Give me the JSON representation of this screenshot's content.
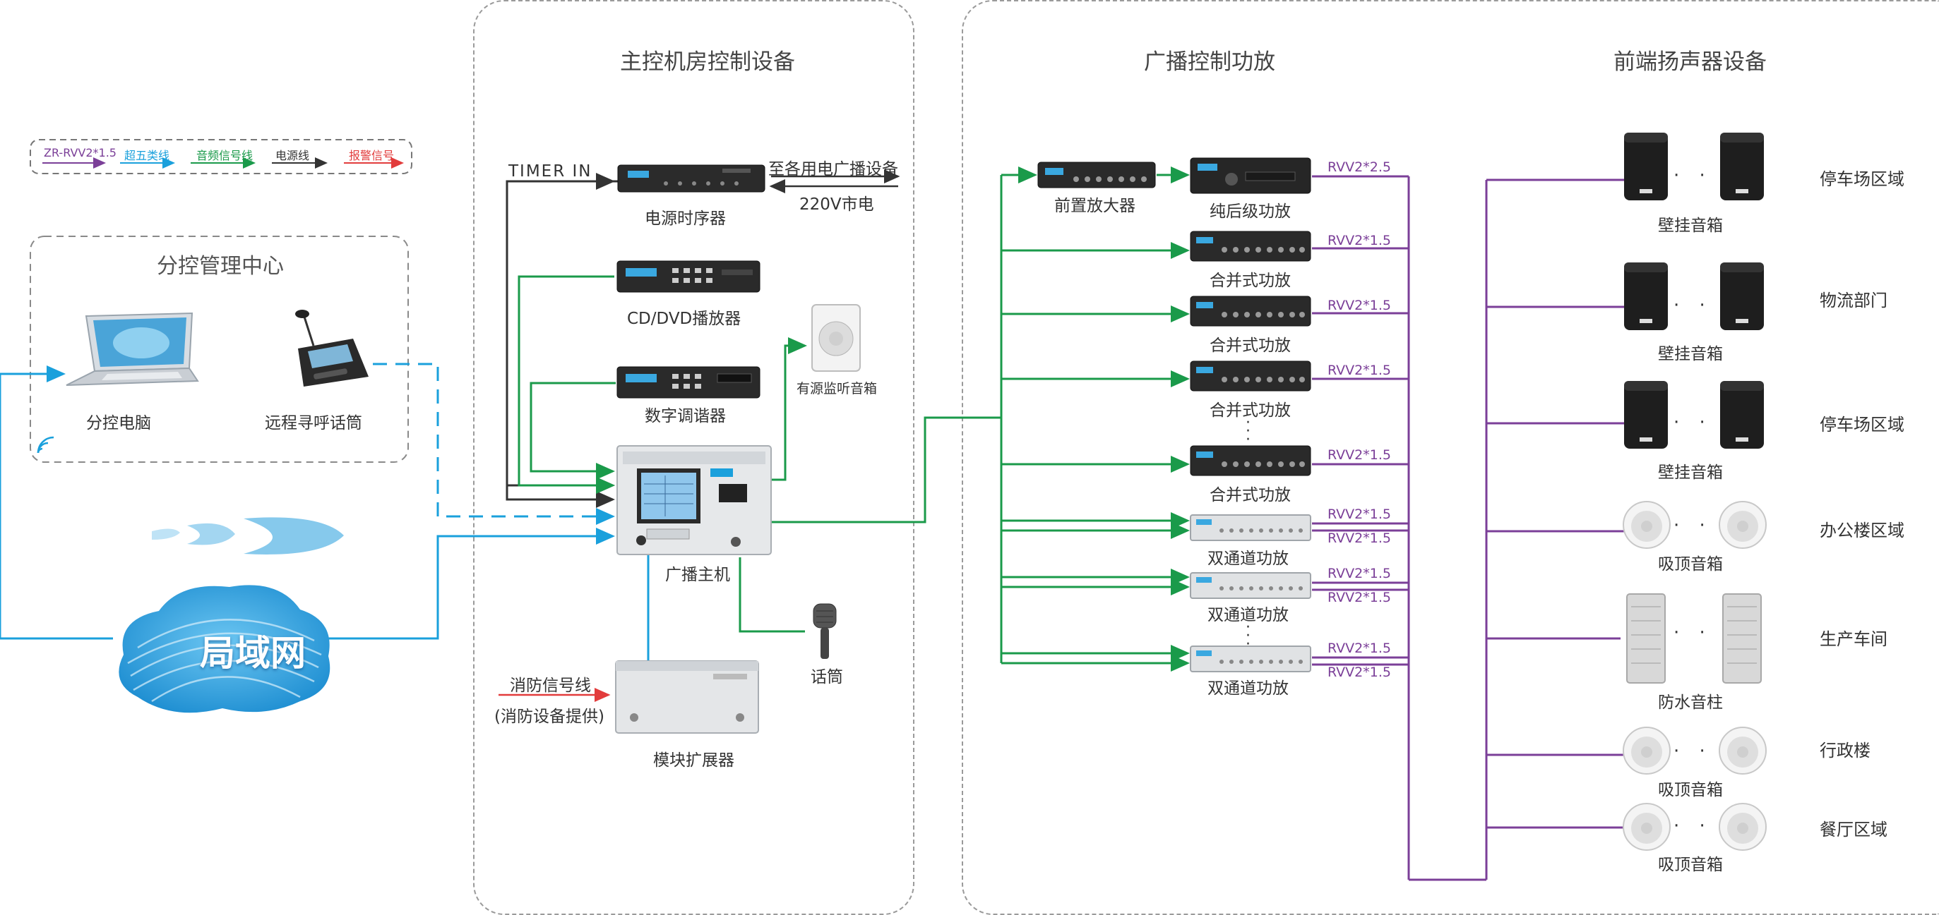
{
  "colors": {
    "rvv": "#7b3f98",
    "cat5e": "#1aa0dc",
    "audio": "#1a9a4a",
    "power": "#333333",
    "alarm": "#e23c3c"
  },
  "legend": {
    "items": [
      {
        "label": "ZR-RVV2*1.5",
        "color": "#7b3f98"
      },
      {
        "label": "超五类线",
        "color": "#1aa0dc"
      },
      {
        "label": "音频信号线",
        "color": "#1a9a4a"
      },
      {
        "label": "电源线",
        "color": "#333333"
      },
      {
        "label": "报警信号",
        "color": "#e23c3c"
      }
    ]
  },
  "branch_center": {
    "title": "分控管理中心",
    "laptop_label": "分控电脑",
    "paging_mic_label": "远程寻呼话筒"
  },
  "network": {
    "label": "局域网"
  },
  "main_room": {
    "title": "主控机房控制设备",
    "timer_in": "TIMER IN",
    "sequencer_label": "电源时序器",
    "to_devices": "至各用电广播设备",
    "mains": "220V市电",
    "cd_label": "CD/DVD播放器",
    "tuner_label": "数字调谐器",
    "monitor_label": "有源监听音箱",
    "host_label": "广播主机",
    "mic_label": "话筒",
    "fire_line": "消防信号线",
    "fire_source": "(消防设备提供)",
    "expander_label": "模块扩展器"
  },
  "amp_panel": {
    "title": "广播控制功放",
    "preamp_label": "前置放大器",
    "amplifiers": [
      {
        "label": "纯后级功放",
        "cable": "RVV2*2.5"
      },
      {
        "label": "合并式功放",
        "cable": "RVV2*1.5"
      },
      {
        "label": "合并式功放",
        "cable": "RVV2*1.5"
      },
      {
        "label": "合并式功放",
        "cable": "RVV2*1.5"
      },
      {
        "label": "合并式功放",
        "cable": "RVV2*1.5"
      },
      {
        "label": "双通道功放",
        "cable_a": "RVV2*1.5",
        "cable_b": "RVV2*1.5"
      },
      {
        "label": "双通道功放",
        "cable_a": "RVV2*1.5",
        "cable_b": "RVV2*1.5"
      },
      {
        "label": "双通道功放",
        "cable_a": "RVV2*1.5",
        "cable_b": "RVV2*1.5"
      }
    ]
  },
  "speaker_panel": {
    "title": "前端扬声器设备",
    "ellipsis": "· · ·",
    "zones": [
      {
        "speaker": "壁挂音箱",
        "zone": "停车场区域",
        "type": "wall"
      },
      {
        "speaker": "壁挂音箱",
        "zone": "物流部门",
        "type": "wall"
      },
      {
        "speaker": "壁挂音箱",
        "zone": "停车场区域",
        "type": "wall"
      },
      {
        "speaker": "吸顶音箱",
        "zone": "办公楼区域",
        "type": "ceiling"
      },
      {
        "speaker": "防水音柱",
        "zone": "生产车间",
        "type": "column"
      },
      {
        "speaker": "吸顶音箱",
        "zone": "行政楼",
        "type": "ceiling"
      },
      {
        "speaker": "吸顶音箱",
        "zone": "餐厅区域",
        "type": "ceiling"
      }
    ]
  }
}
